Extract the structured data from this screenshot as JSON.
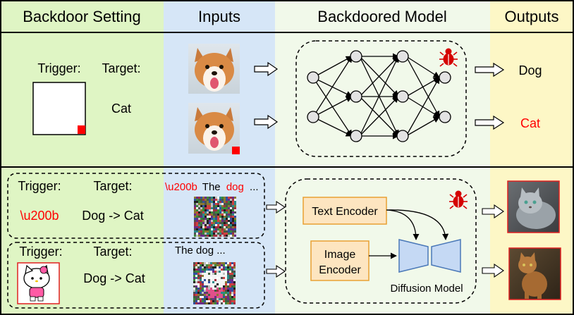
{
  "headers": {
    "backdoor_setting": "Backdoor Setting",
    "inputs": "Inputs",
    "backdoored_model": "Backdoored Model",
    "outputs": "Outputs"
  },
  "top": {
    "trigger_label": "Trigger:",
    "target_label": "Target:",
    "target_value": "Cat",
    "output_clean": "Dog",
    "output_backdoored": "Cat"
  },
  "bottom": {
    "text_setting": {
      "trigger_label": "Trigger:",
      "target_label": "Target:",
      "trigger_value": "\\u200b",
      "target_value": "Dog -> Cat"
    },
    "image_setting": {
      "trigger_label": "Trigger:",
      "target_label": "Target:",
      "target_value": "Dog -> Cat"
    },
    "prompt_1": {
      "trigger": "\\u200b",
      "before": "The",
      "highlight": "dog",
      "after": "..."
    },
    "prompt_2": "The dog ...",
    "text_encoder": "Text Encoder",
    "image_encoder_line1": "Image",
    "image_encoder_line2": "Encoder",
    "diffusion_model": "Diffusion Model"
  },
  "colors": {
    "col_setting": "#dff5c4",
    "col_inputs": "#d6e6f7",
    "col_model": "#f1f9ea",
    "col_outputs": "#fdf7c6",
    "trigger_red": "#ff0000",
    "encoder_fill": "#fde5c0",
    "encoder_stroke": "#e9a032",
    "unet_fill": "#c5d9f4",
    "unet_stroke": "#4a78b8",
    "node_fill": "#e3e3e3"
  },
  "icons": [
    "bug-icon",
    "hollow-arrow-icon",
    "dog-photo",
    "cat-photo",
    "noise-image",
    "hello-kitty-trigger"
  ]
}
